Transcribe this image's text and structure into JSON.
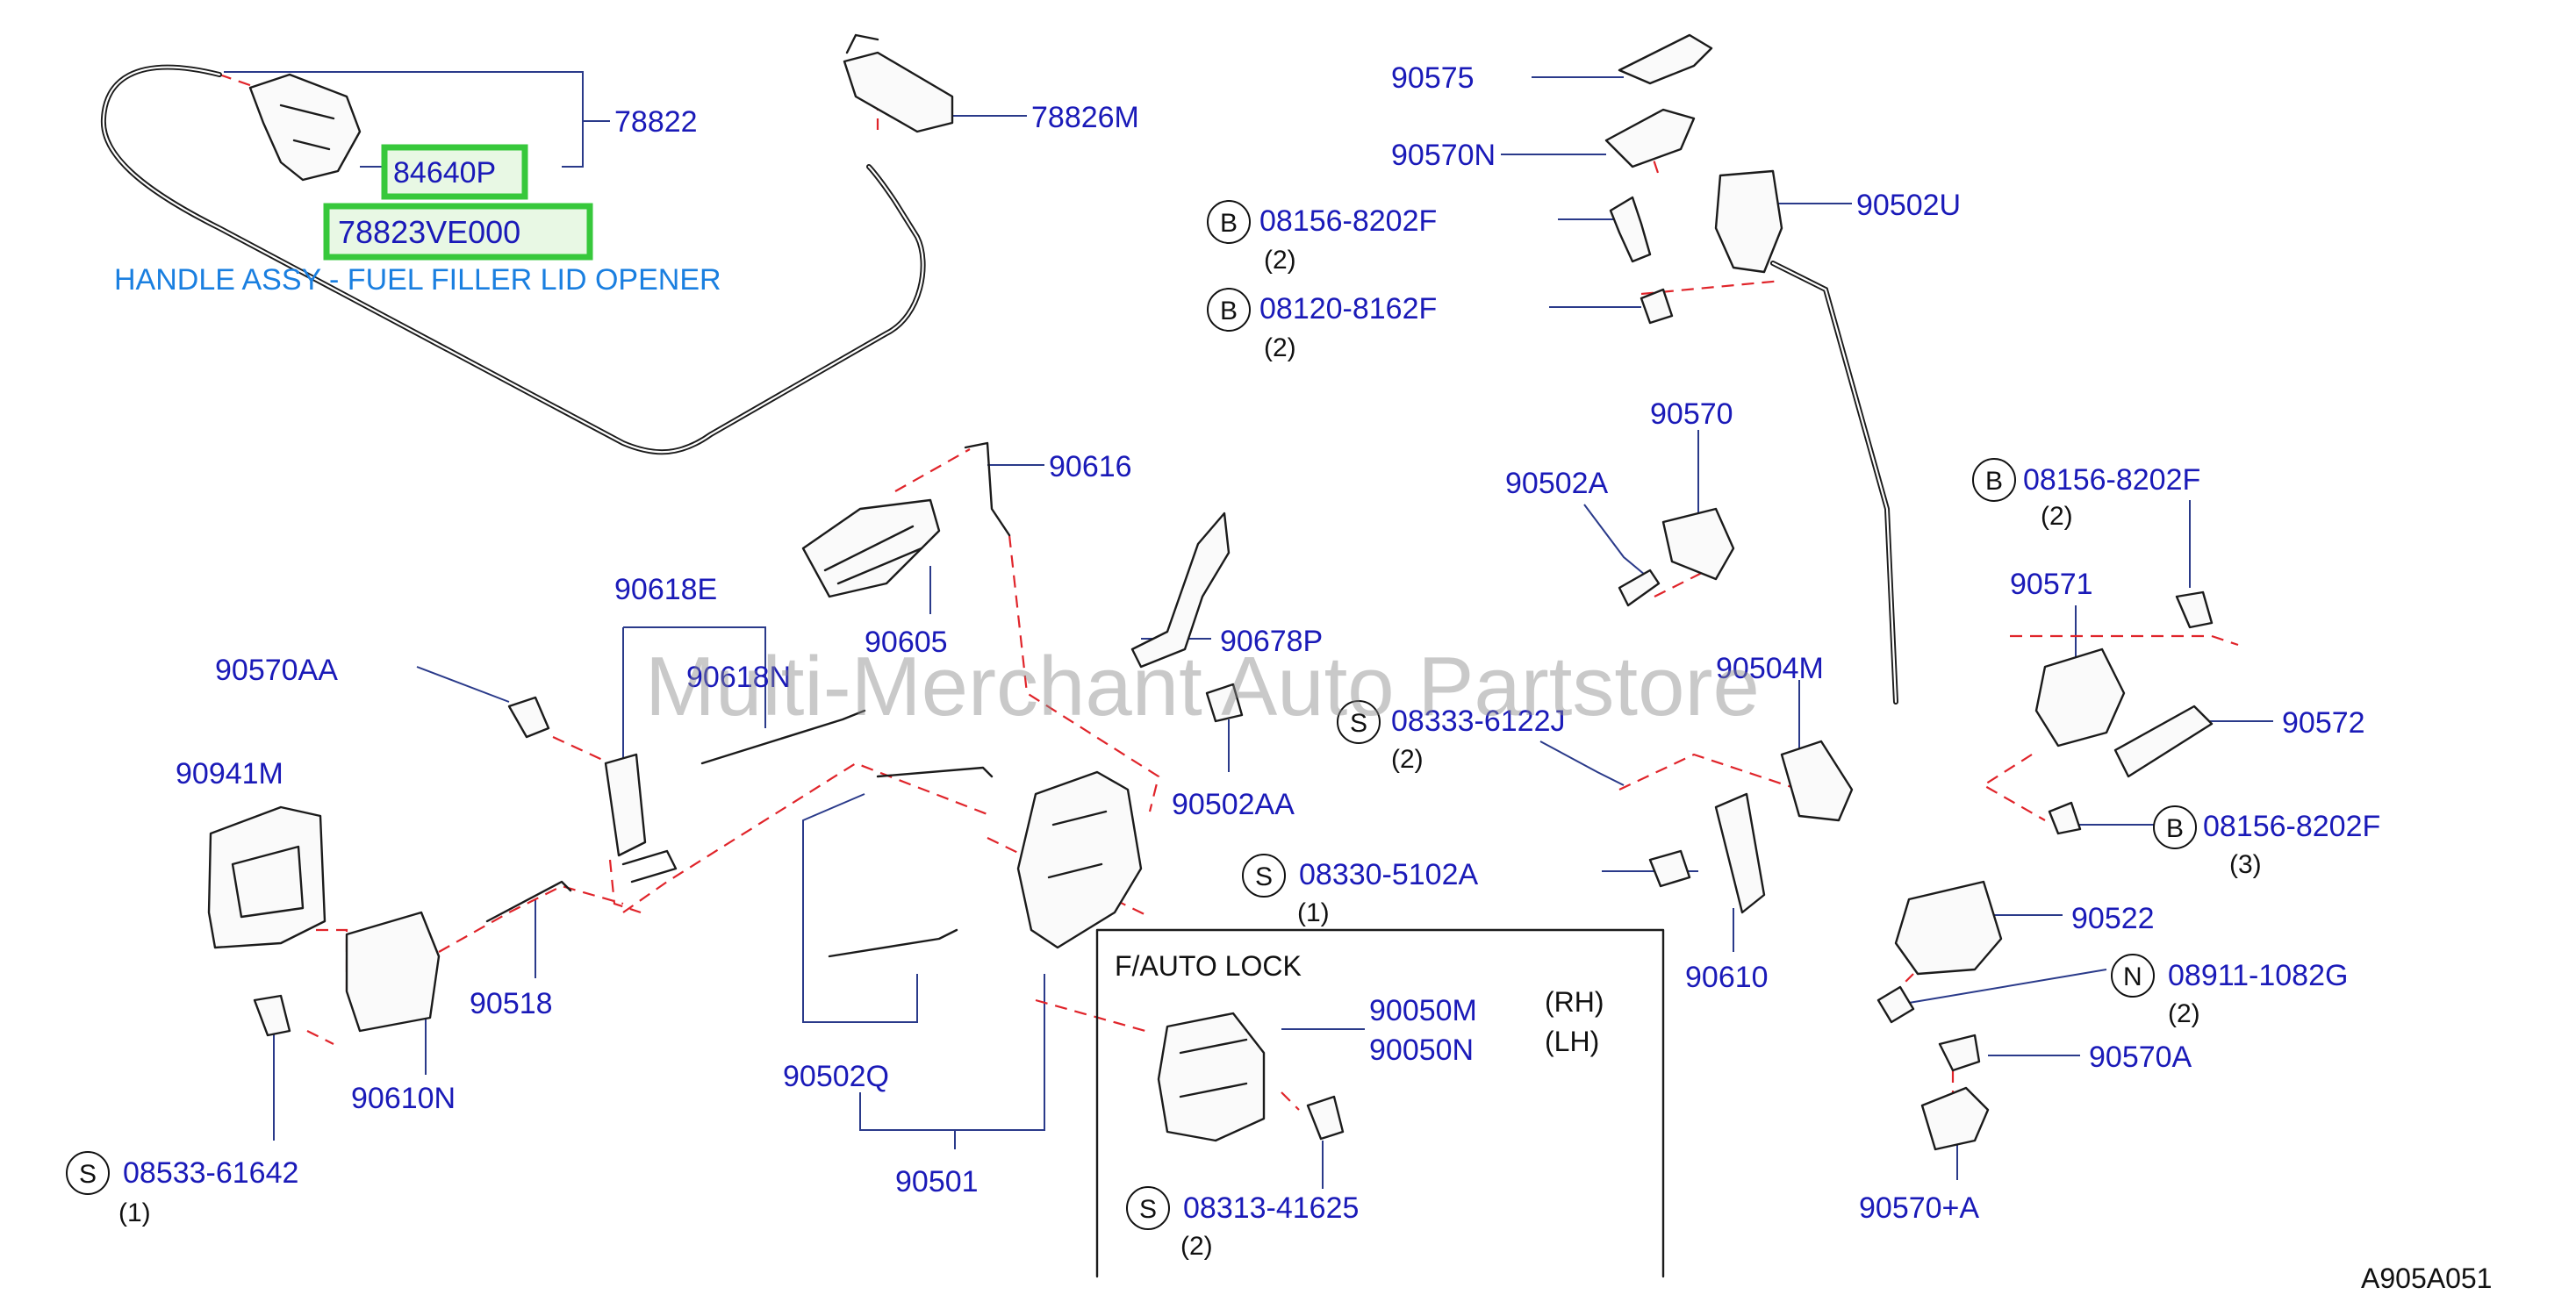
{
  "highlighted_parts": [
    "84640P",
    "78823VE000"
  ],
  "note": "HANDLE ASSY - FUEL FILLER LID OPENER",
  "watermark": "Multi-Merchant Auto Partstore",
  "diagram_code": "A905A051",
  "box": {
    "title": "F/AUTO   LOCK",
    "rh": "(RH)",
    "lh": "(LH)"
  },
  "parts": {
    "p78822": "78822",
    "p84640P": "84640P",
    "p78823VE000": "78823VE000",
    "p78826M": "78826M",
    "p90575": "90575",
    "p90570N": "90570N",
    "p90502U": "90502U",
    "b08156_8202F_top": "08156-8202F",
    "b08120_8162F": "08120-8162F",
    "p90616": "90616",
    "p90570": "90570",
    "p90502A": "90502A",
    "b08156_8202F_right": "08156-8202F",
    "p90571": "90571",
    "p90618E": "90618E",
    "p90618N": "90618N",
    "p90605": "90605",
    "p90678P": "90678P",
    "p90570AA": "90570AA",
    "p90504M": "90504M",
    "s08333_6122J": "08333-6122J",
    "p90572": "90572",
    "p90941M": "90941M",
    "p90502AA": "90502AA",
    "b08156_8202F_lower": "08156-8202F",
    "s08330_5102A": "08330-5102A",
    "p90522": "90522",
    "p90518": "90518",
    "p90610": "90610",
    "n08911_1082G": "08911-1082G",
    "p90610N": "90610N",
    "p90050M": "90050M",
    "p90050N": "90050N",
    "p90502Q": "90502Q",
    "p90570A": "90570A",
    "s08533_61642": "08533-61642",
    "p90501": "90501",
    "s08313_41625": "08313-41625",
    "p90570plusA": "90570+A"
  },
  "symbols": {
    "B": "B",
    "S": "S",
    "N": "N"
  },
  "quantities": {
    "b08156_8202F_top": "(2)",
    "b08120_8162F": "(2)",
    "b08156_8202F_right": "(2)",
    "s08333_6122J": "(2)",
    "b08156_8202F_lower": "(3)",
    "s08330_5102A": "(1)",
    "n08911_1082G": "(2)",
    "s08533_61642": "(1)",
    "s08313_41625": "(2)"
  }
}
